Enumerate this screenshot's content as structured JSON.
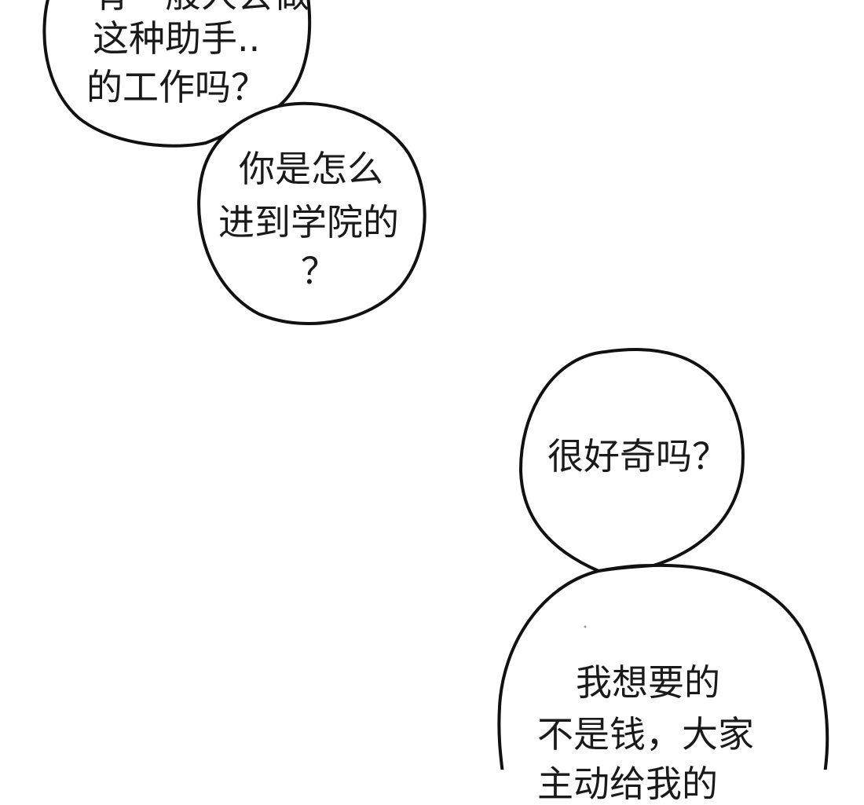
{
  "bubbles": [
    {
      "lines": [
        "有一般人会做",
        "这种助手..",
        "的工作吗？"
      ]
    },
    {
      "lines": [
        "你是怎么",
        "进到学院的",
        "？"
      ]
    },
    {
      "lines": [
        "很好奇吗？"
      ]
    },
    {
      "lines": [
        "我想要的",
        "不是钱，大家",
        "主动给我的"
      ]
    }
  ],
  "colors": {
    "background": "#ffffff",
    "outline": "#111111",
    "text": "#1a1a1a"
  }
}
